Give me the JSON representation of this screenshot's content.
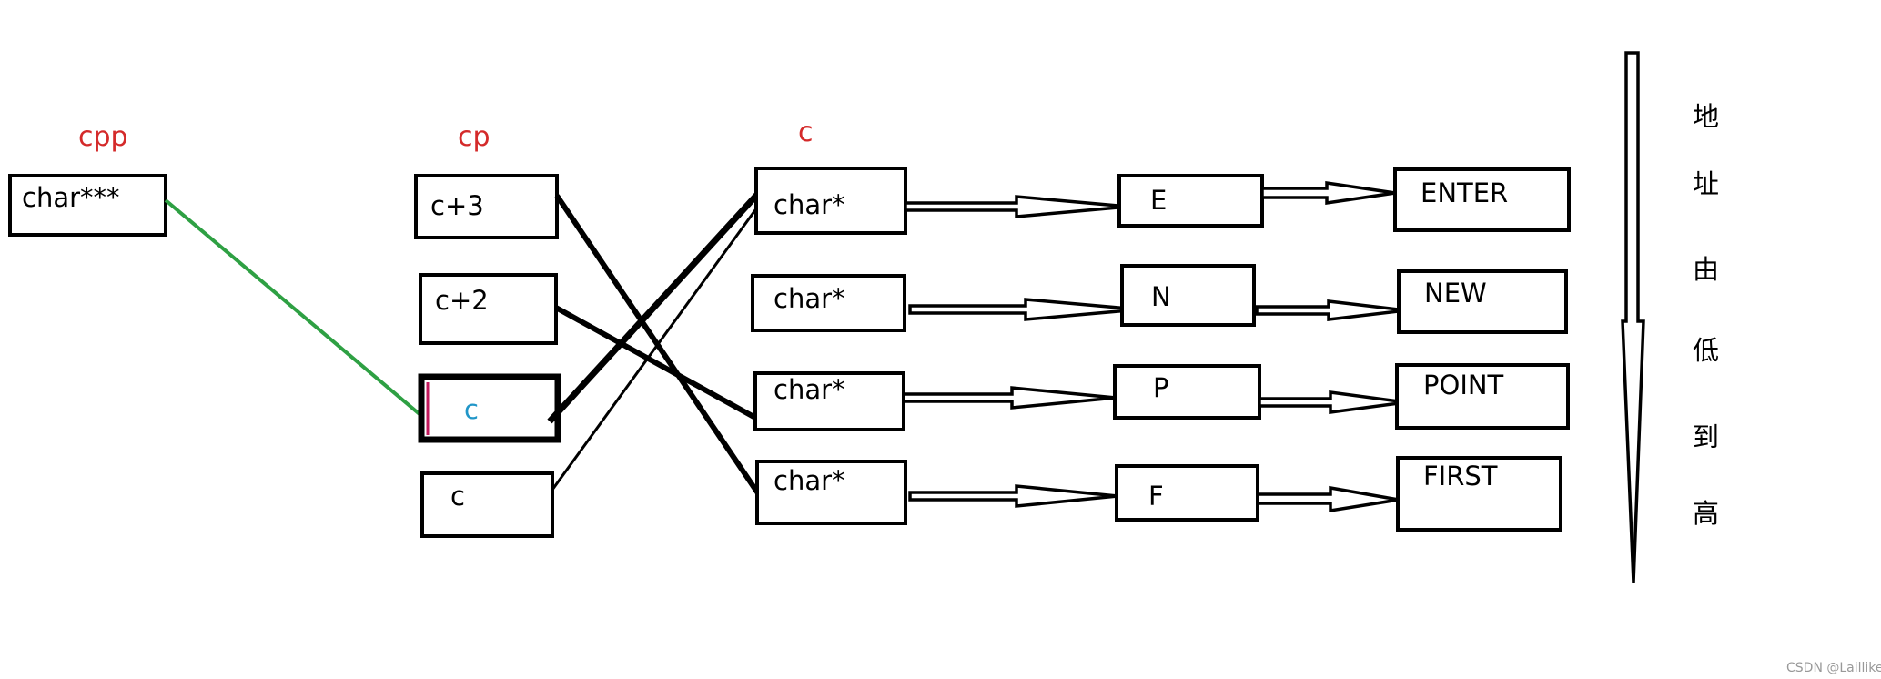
{
  "labels": {
    "cpp": "cpp",
    "cp": "cp",
    "c": "c"
  },
  "cpp_box": "char***",
  "cp_boxes": [
    "c+3",
    "c+2",
    "c",
    "c"
  ],
  "c_boxes": [
    "char*",
    "char*",
    "char*",
    "char*"
  ],
  "first_letters": [
    "E",
    "N",
    "P",
    "F"
  ],
  "words": [
    "ENTER",
    "NEW",
    "POINT",
    "FIRST"
  ],
  "address_note": [
    "地",
    "址",
    "由",
    "低",
    "到",
    "高"
  ],
  "watermark": "CSDN @Laillike",
  "colors": {
    "red_label": "#d42a2a",
    "green_line": "#2ea043",
    "blue_text": "#2196c8",
    "pink_edge": "#c2185b"
  }
}
